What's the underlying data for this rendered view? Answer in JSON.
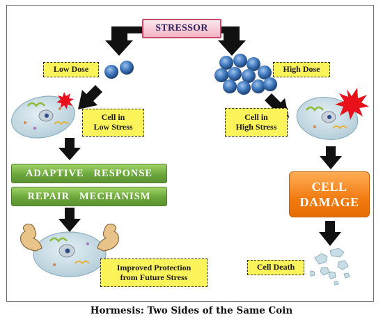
{
  "top": {
    "stressor": "STRESSOR"
  },
  "left_branch": {
    "dose_label": "Low Dose",
    "cell_state_line1": "Cell in",
    "cell_state_line2": "Low Stress",
    "response_bar_1": "ADAPTIVE   RESPONSE",
    "response_bar_2": "REPAIR   MECHANISM",
    "outcome_line1": "Improved Protection",
    "outcome_line2": "from Future Stress"
  },
  "right_branch": {
    "dose_label": "High Dose",
    "cell_state_line1": "Cell in",
    "cell_state_line2": "High Stress",
    "damage_line1": "CELL",
    "damage_line2": "DAMAGE",
    "outcome": "Cell Death"
  },
  "caption": "Hormesis: Two Sides of the Same Coin",
  "colors": {
    "label_fill": "#fbf35a",
    "stressor_fill": "#f4b3c3",
    "green_bar": "#6aa63a",
    "damage_box": "#f27b10",
    "particle": "#3d73b8",
    "cell_fill": "#c9dde6",
    "stress_burst": "#e8101a"
  },
  "icons": [
    "black-arrow",
    "stress-particle",
    "cell",
    "stress-burst",
    "muscle-arm",
    "cell-fragment"
  ]
}
